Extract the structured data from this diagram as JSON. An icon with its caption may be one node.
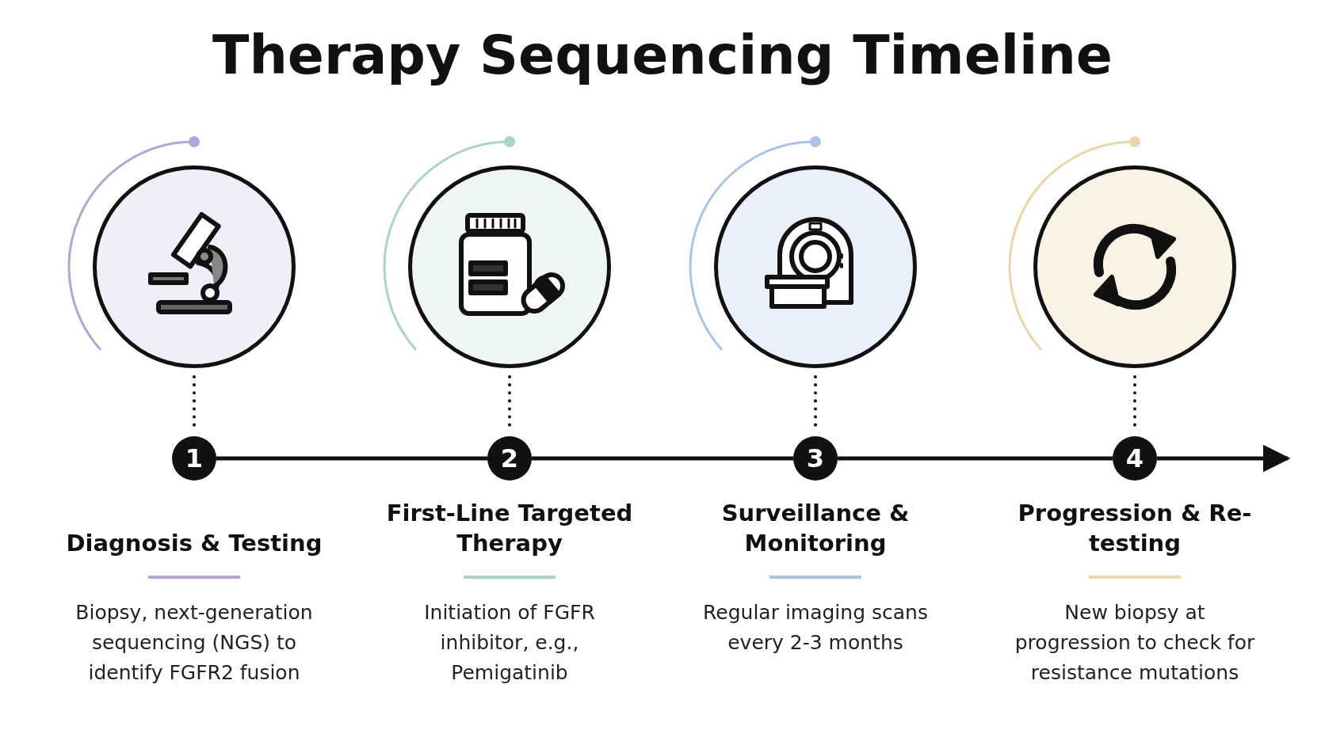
{
  "diagram": {
    "title": "Therapy Sequencing Timeline",
    "nodes": [
      {
        "text": [],
        "shape": "circle"
      },
      {
        "text": [],
        "shape": "circle"
      },
      {
        "text": [],
        "shape": "circle"
      },
      {
        "text": [],
        "shape": "circle"
      },
      {
        "text": [
          "1"
        ],
        "beside": [
          "Diagnosis & Testing",
          "Biopsy, next-generation sequencing (NGS) to identify FGFR2 fusion"
        ]
      },
      {
        "text": [
          "2"
        ],
        "beside": [
          "First-Line Targeted Therapy",
          "Initiation of FGFR inhibitor, e.g., Pemigatinib"
        ]
      },
      {
        "text": [
          "3"
        ],
        "beside": [
          "Surveillance & Monitoring",
          "Regular imaging scans every 2-3 months"
        ]
      },
      {
        "text": [
          "4"
        ],
        "beside": [
          "Progression & Re-testing",
          "New biopsy at progression to check for resistance mutations"
        ]
      }
    ],
    "edges": [
      {
        "from": 0,
        "to": 4,
        "arrow": "none",
        "style": "dashed"
      },
      {
        "from": 1,
        "to": 5,
        "arrow": "none",
        "style": "dashed"
      },
      {
        "from": 2,
        "to": 6,
        "arrow": "none",
        "style": "dashed"
      },
      {
        "from": 3,
        "to": 7,
        "arrow": "none",
        "style": "dashed"
      },
      {
        "from": 4,
        "to": 5,
        "arrow": "none"
      },
      {
        "from": 5,
        "to": 6,
        "arrow": "none"
      },
      {
        "from": 6,
        "to": 7,
        "arrow": "none"
      },
      {
        "from": 7,
        "to": null,
        "arrow": "to"
      }
    ]
  }
}
